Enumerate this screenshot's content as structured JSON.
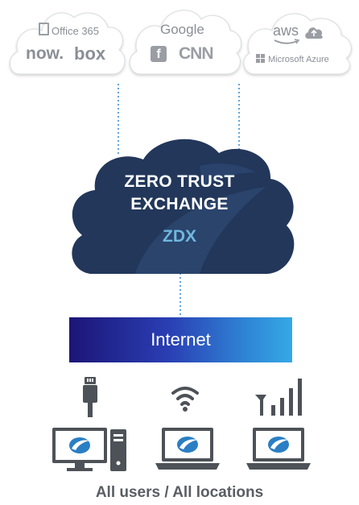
{
  "clouds": {
    "left": {
      "top_brand": "Office 365",
      "brand_now": "now.",
      "brand_box": "box"
    },
    "middle": {
      "top_brand": "Google",
      "brand_facebook": "f",
      "brand_cnn": "CNN"
    },
    "right": {
      "brand_aws": "aws",
      "brand_azure": "Microsoft Azure"
    }
  },
  "exchange": {
    "title_line1": "ZERO TRUST",
    "title_line2": "EXCHANGE",
    "product": "ZDX"
  },
  "internet": {
    "label": "Internet"
  },
  "caption": "All users / All locations",
  "colors": {
    "cloud_dark": "#22375a",
    "internet_start": "#1c1577",
    "internet_end": "#35a9e6",
    "zdx": "#6fb7df",
    "device": "#4d5258",
    "dotted_line": "#3a8fd1"
  }
}
